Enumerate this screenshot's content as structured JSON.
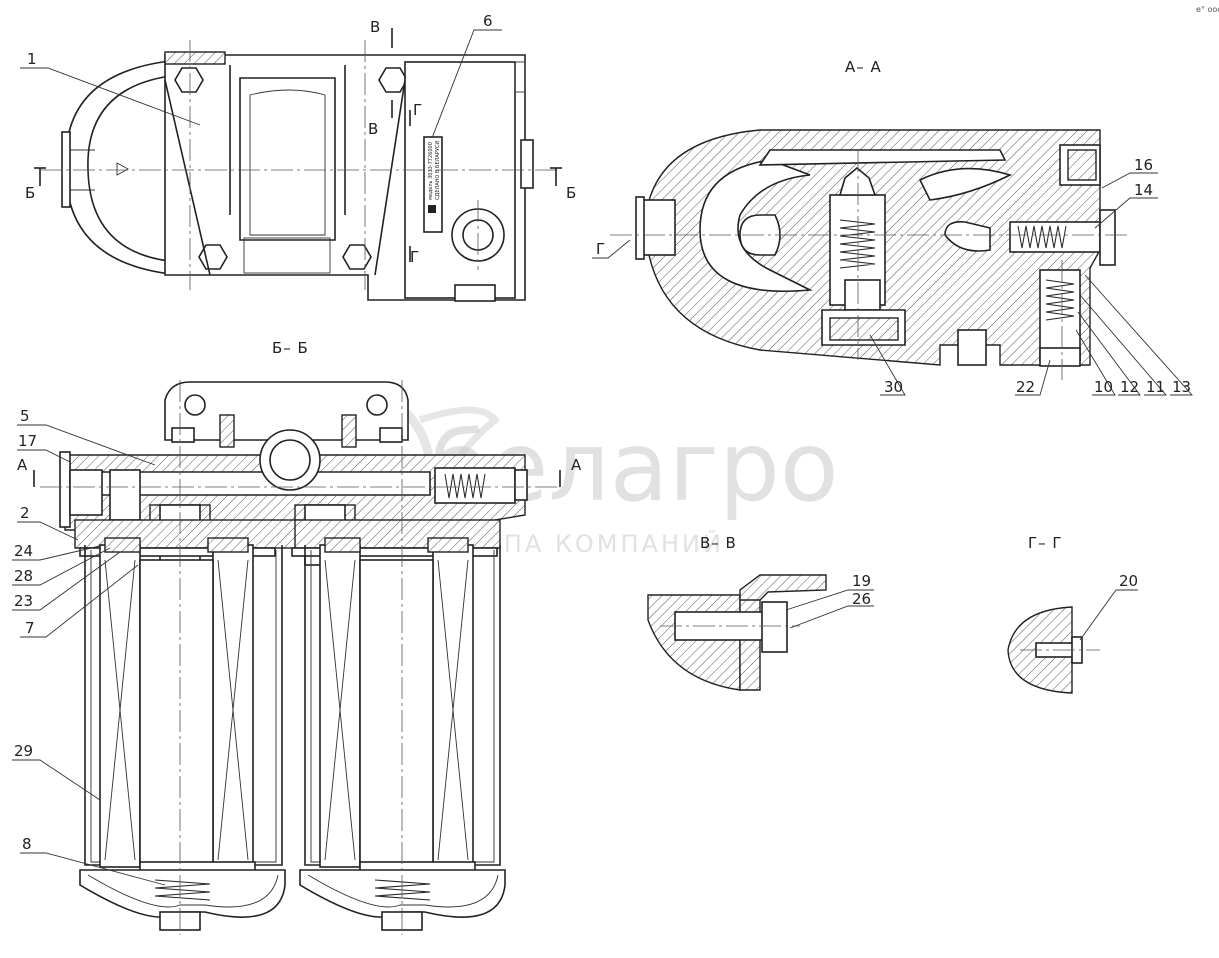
{
  "corner_mark": "e° ooo",
  "watermark": {
    "brand": "белагро",
    "tagline": "ГРУППА КОМПАНИЙ"
  },
  "views": {
    "top": {
      "section_marks": {
        "b": "Б",
        "v": "В",
        "g": "Г"
      }
    },
    "section_aa": {
      "title": "А– А",
      "mark": "Г"
    },
    "section_bb": {
      "title": "Б– Б",
      "mark": "А"
    },
    "section_vv": {
      "title": "В– В"
    },
    "section_gg": {
      "title": "Г– Г"
    }
  },
  "plate_text": [
    "модель 3033-7726000",
    "СДЕЛАНО В БЕЛАРУСИ"
  ],
  "callouts": {
    "c1": "1",
    "c2": "2",
    "c5": "5",
    "c6": "6",
    "c7": "7",
    "c8": "8",
    "c10": "10",
    "c11": "11",
    "c12": "12",
    "c13": "13",
    "c14": "14",
    "c16": "16",
    "c17": "17",
    "c19": "19",
    "c20": "20",
    "c22": "22",
    "c23": "23",
    "c24": "24",
    "c26": "26",
    "c28": "28",
    "c29": "29",
    "c30": "30"
  }
}
